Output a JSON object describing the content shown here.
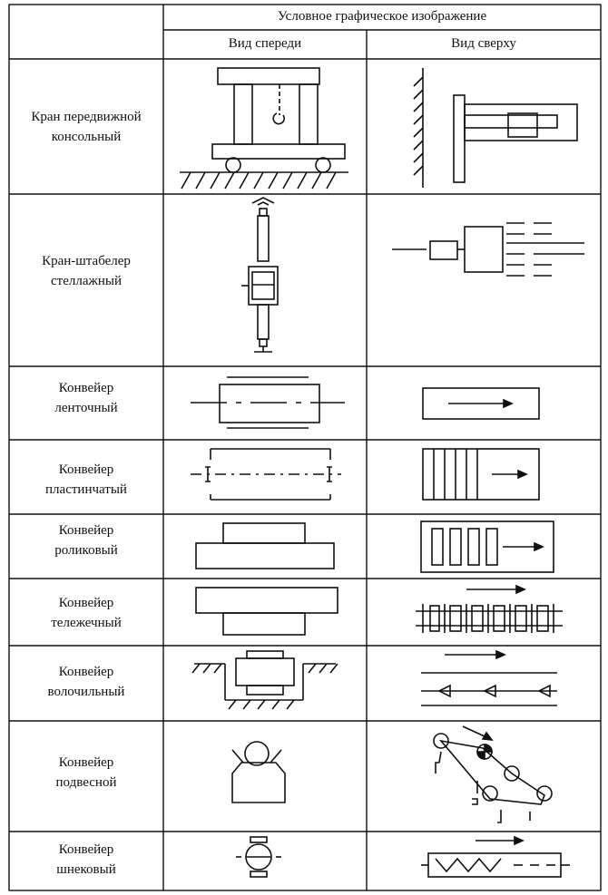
{
  "header": {
    "group": "Условное графическое изображение",
    "front": "Вид спереди",
    "top": "Вид сверху"
  },
  "rows": [
    {
      "line1": "Кран передвижной",
      "line2": "консольный",
      "front_symbol": "mobile-cantilever-crane-front",
      "top_symbol": "mobile-cantilever-crane-top"
    },
    {
      "line1": "Кран-штабелер",
      "line2": "стеллажный",
      "front_symbol": "rack-stacker-crane-front",
      "top_symbol": "rack-stacker-crane-top"
    },
    {
      "line1": "Конвейер",
      "line2": "ленточный",
      "front_symbol": "belt-conveyor-front",
      "top_symbol": "belt-conveyor-top"
    },
    {
      "line1": "Конвейер",
      "line2": "пластинчатый",
      "front_symbol": "plate-conveyor-front",
      "top_symbol": "plate-conveyor-top"
    },
    {
      "line1": "Конвейер",
      "line2": "роликовый",
      "front_symbol": "roller-conveyor-front",
      "top_symbol": "roller-conveyor-top"
    },
    {
      "line1": "Конвейер",
      "line2": "тележечный",
      "front_symbol": "cart-conveyor-front",
      "top_symbol": "cart-conveyor-top"
    },
    {
      "line1": "Конвейер",
      "line2": "волочильный",
      "front_symbol": "drag-conveyor-front",
      "top_symbol": "drag-conveyor-top"
    },
    {
      "line1": "Конвейер",
      "line2": "подвесной",
      "front_symbol": "overhead-conveyor-front",
      "top_symbol": "overhead-conveyor-top"
    },
    {
      "line1": "Конвейер",
      "line2": "шнековый",
      "front_symbol": "screw-conveyor-front",
      "top_symbol": "screw-conveyor-top"
    }
  ]
}
